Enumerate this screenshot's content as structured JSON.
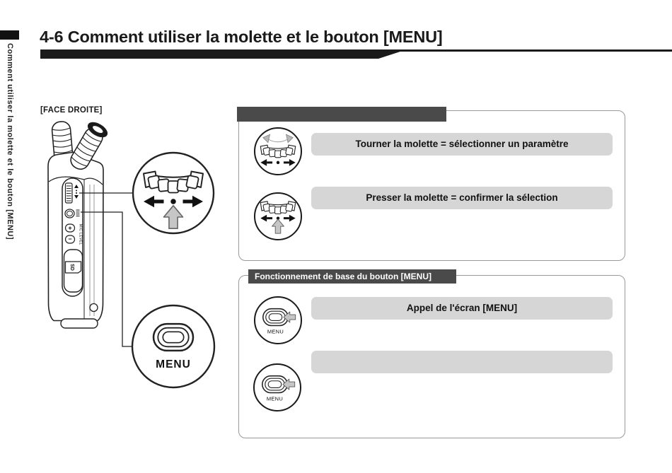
{
  "page": {
    "section_title": "4-6 Comment utiliser la molette et le bouton [MENU]",
    "sidebar_label": "Comment utiliser la molette et le bouton [MENU]",
    "face_label": "[FACE DROITE]"
  },
  "colors": {
    "ink": "#1a1a1a",
    "header_bar": "#4a4a4a",
    "label_bar": "#d6d6d6",
    "box_border": "#999999",
    "gray_arrow": "#c6c6c6"
  },
  "dial_box": {
    "header_label": "",
    "rows": [
      {
        "icon": "dial-turn-icon",
        "label": "Tourner la molette = sélectionner un paramètre"
      },
      {
        "icon": "dial-press-icon",
        "label": "Presser la molette = confirmer la sélection"
      }
    ]
  },
  "menu_box": {
    "header_label": "Fonctionnement de base du bouton [MENU]",
    "rows": [
      {
        "icon": "menu-button-icon",
        "label": "Appel de l'écran [MENU]"
      },
      {
        "icon": "menu-button-icon",
        "label": ""
      }
    ]
  },
  "callouts": {
    "menu_button_label": "MENU"
  },
  "device": {
    "menu_button_label": "MENU",
    "mic_level_label": "MIC LEVEL",
    "plus_label": "+",
    "minus_label": "−",
    "sd_label": "SD"
  }
}
